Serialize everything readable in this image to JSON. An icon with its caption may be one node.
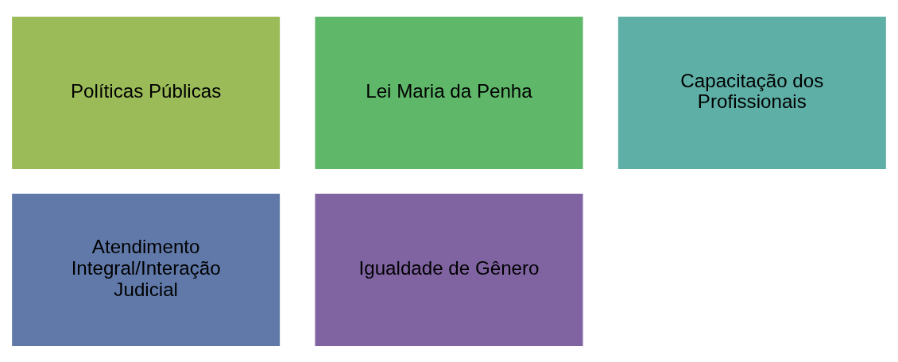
{
  "diagram": {
    "nodes": [
      {
        "text": [
          "Políticas Públicas"
        ]
      },
      {
        "text": [
          "Lei Maria da Penha"
        ]
      },
      {
        "text": [
          "Capacitação dos Profissionais"
        ]
      },
      {
        "text": [
          "Atendimento Integral/Interação Judicial"
        ]
      },
      {
        "text": [
          "Igualdade de Gênero"
        ]
      }
    ]
  }
}
